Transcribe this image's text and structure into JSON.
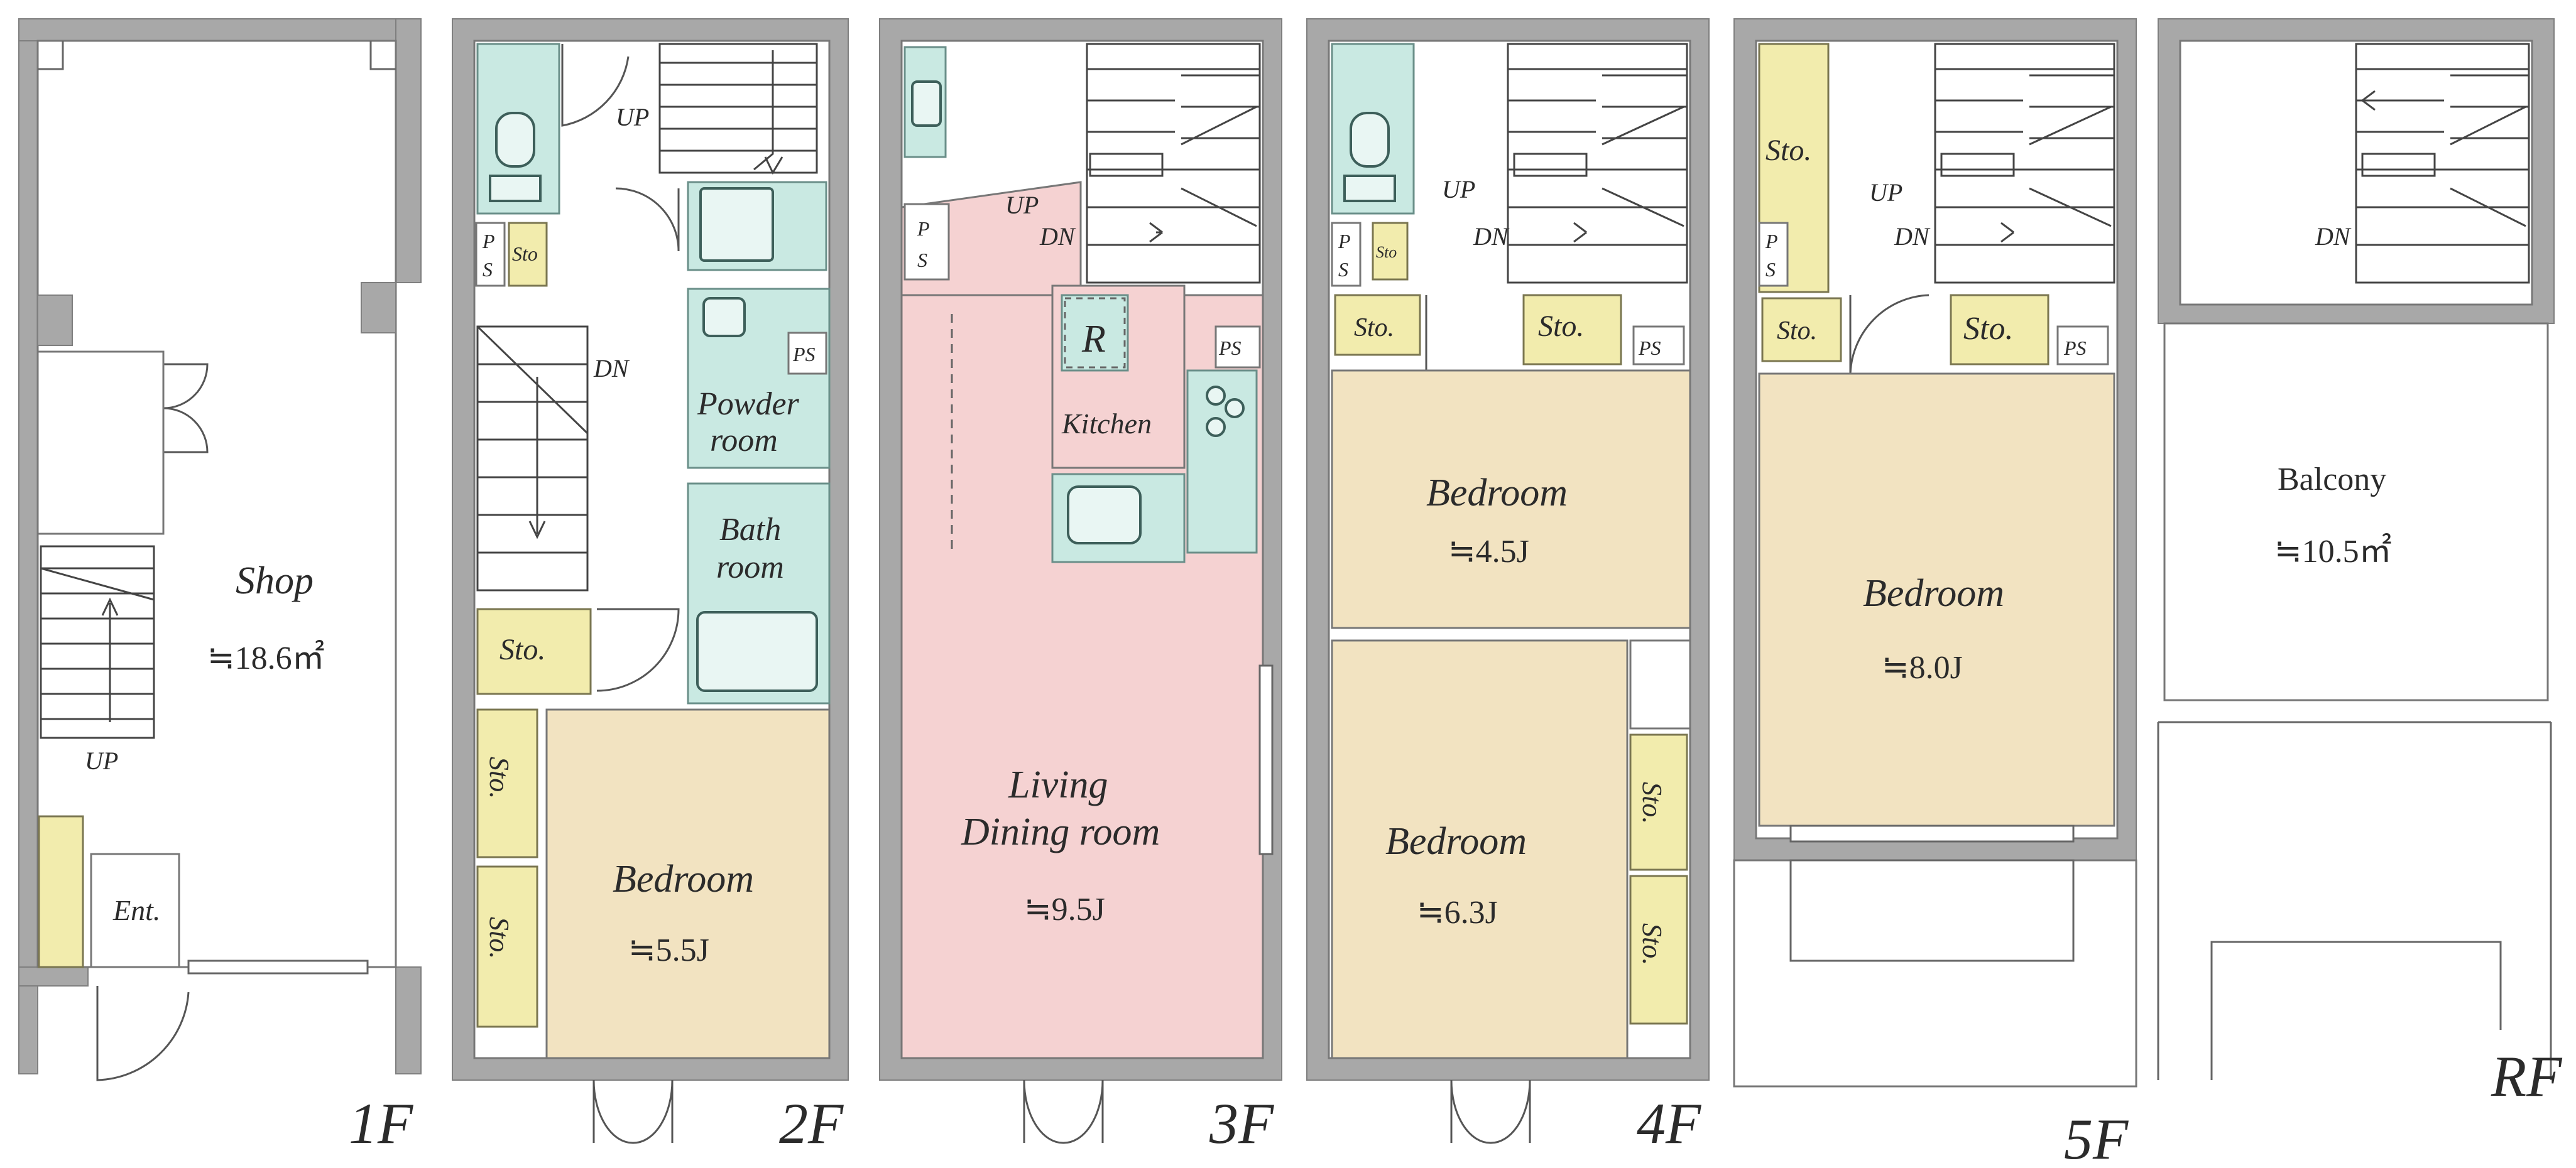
{
  "floors": [
    {
      "id": "1F",
      "label": "1F"
    },
    {
      "id": "2F",
      "label": "2F"
    },
    {
      "id": "3F",
      "label": "3F"
    },
    {
      "id": "4F",
      "label": "4F"
    },
    {
      "id": "5F",
      "label": "5F"
    },
    {
      "id": "RF",
      "label": "RF"
    }
  ],
  "f1": {
    "shop": "Shop",
    "shop_area": "≒18.6㎡",
    "up": "UP",
    "entrance": "Ent."
  },
  "f2": {
    "up": "UP",
    "dn": "DN",
    "ps": "PS",
    "ps_p": "P",
    "ps_s": "S",
    "sto_small": "Sto",
    "powder_1": "Powder",
    "powder_2": "room",
    "bath_1": "Bath",
    "bath_2": "room",
    "sto": "Sto.",
    "bedroom": "Bedroom",
    "bedroom_size": "≒5.5J"
  },
  "f3": {
    "up": "UP",
    "dn": "DN",
    "ps": "PS",
    "ps_p": "P",
    "ps_s": "S",
    "fridge": "R",
    "kitchen": "Kitchen",
    "living_1": "Living",
    "living_2": "Dining room",
    "living_size": "≒9.5J"
  },
  "f4": {
    "up": "UP",
    "dn": "DN",
    "ps": "PS",
    "ps_p": "P",
    "ps_s": "S",
    "sto_small": "Sto",
    "sto": "Sto.",
    "bedroom_a": "Bedroom",
    "bedroom_a_size": "≒4.5J",
    "bedroom_b": "Bedroom",
    "bedroom_b_size": "≒6.3J"
  },
  "f5": {
    "up": "UP",
    "dn": "DN",
    "ps": "PS",
    "ps_p": "P",
    "ps_s": "S",
    "sto": "Sto.",
    "bedroom": "Bedroom",
    "bedroom_size": "≒8.0J"
  },
  "rf": {
    "dn": "DN",
    "balcony": "Balcony",
    "balcony_area": "≒10.5㎡"
  },
  "colors": {
    "wall": "#a8a8a8",
    "wet_area": "#c9e9e2",
    "storage": "#f2ecad",
    "bedroom": "#f2e3c1",
    "living": "#f5d2d2"
  }
}
